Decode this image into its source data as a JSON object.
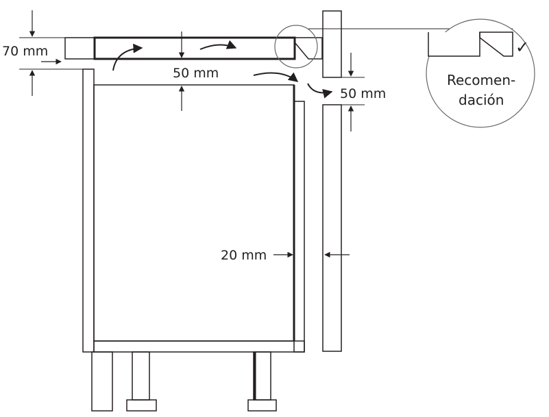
{
  "labels": {
    "top_gap": "70 mm",
    "hob_gap": "50 mm",
    "side_gap": "50 mm",
    "front_gap": "20 mm",
    "callout_line1": "Recomen-",
    "callout_line2": "dación",
    "check": "✓"
  },
  "colors": {
    "grey_fill": "#b3b3b3",
    "ink": "#231f20",
    "background": "#ffffff"
  },
  "icons": {
    "check": "checkmark-icon",
    "arrow": "arrow-icon"
  }
}
